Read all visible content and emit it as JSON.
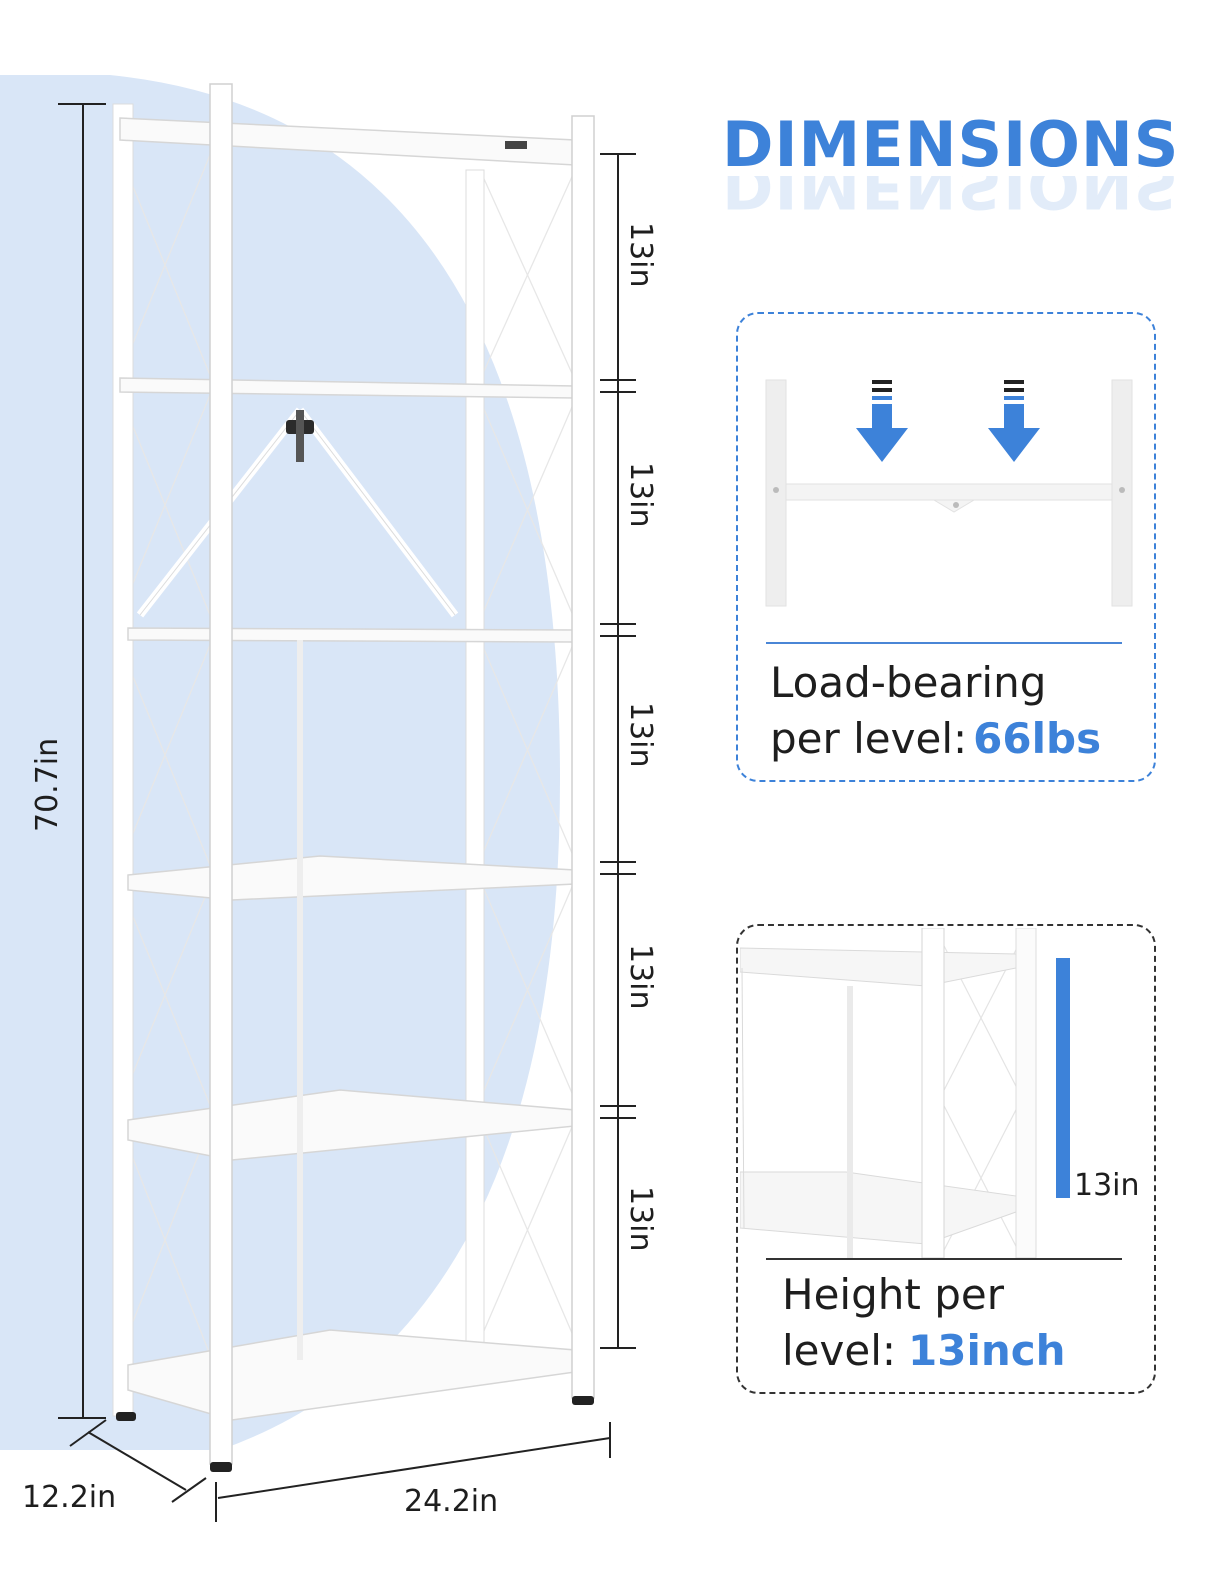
{
  "title": "DIMENSIONS",
  "dimensions": {
    "total_height": "70.7in",
    "depth": "12.2in",
    "width": "24.2in",
    "level_gaps": [
      "13in",
      "13in",
      "13in",
      "13in",
      "13in"
    ]
  },
  "load_panel": {
    "line1": "Load-bearing",
    "line2_prefix": "per level:",
    "value": "66lbs"
  },
  "height_panel": {
    "marker": "13in",
    "line1": "Height per",
    "line2_prefix": "level:",
    "value": "13inch"
  },
  "colors": {
    "accent": "#3d82d9",
    "backdrop": "#d9e6f7"
  }
}
